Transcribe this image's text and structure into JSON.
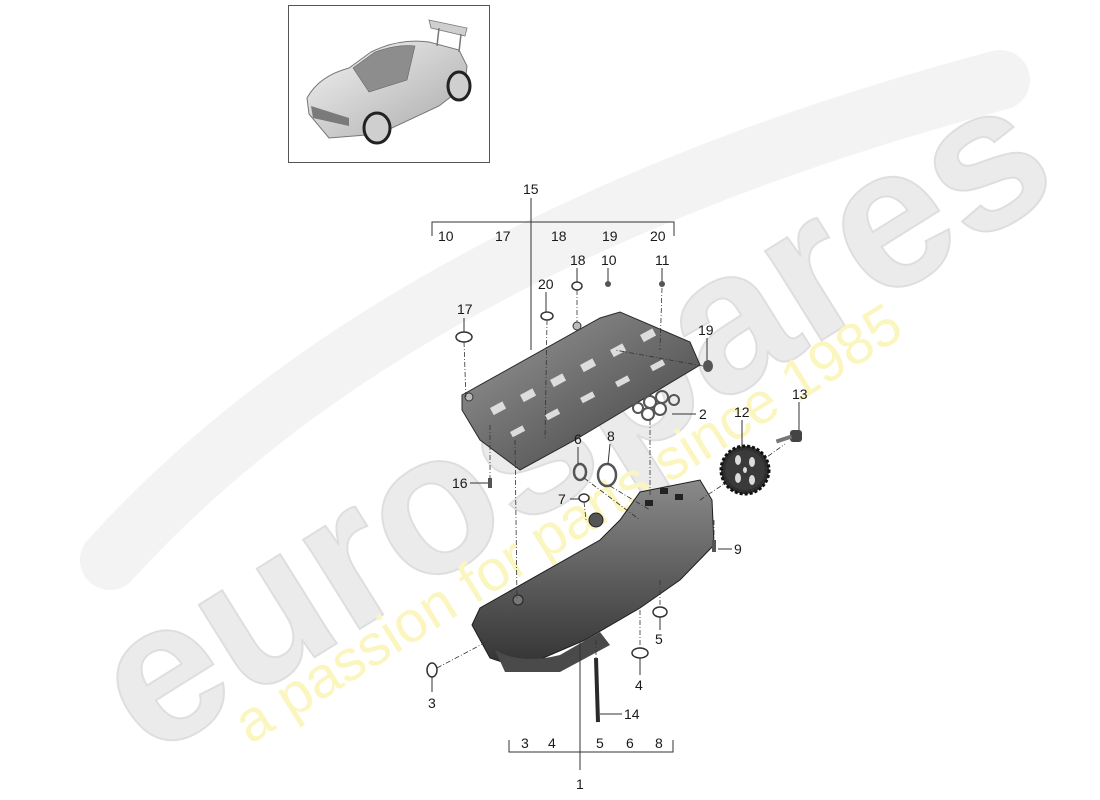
{
  "diagram": {
    "type": "exploded-parts-diagram",
    "subject": "oil pump / camshaft bearing bridge assembly",
    "thumbnail": {
      "icon": "car-thumbnail-icon",
      "description": "sports car isometric view"
    },
    "watermark": {
      "brand": "eurospares",
      "tagline": "a passion for parts since 1985",
      "brand_color": "#e8e8e8",
      "tagline_color": "#fdfbc8"
    },
    "top_group": {
      "parent": "15",
      "members": [
        "10",
        "17",
        "18",
        "19",
        "20"
      ]
    },
    "bottom_group": {
      "parent": "1",
      "members": [
        "3",
        "4",
        "5",
        "6",
        "8"
      ]
    },
    "callouts": [
      {
        "id": "c15",
        "label": "15"
      },
      {
        "id": "c18a",
        "label": "18"
      },
      {
        "id": "c10a",
        "label": "10"
      },
      {
        "id": "c11",
        "label": "11"
      },
      {
        "id": "c20a",
        "label": "20"
      },
      {
        "id": "c17a",
        "label": "17"
      },
      {
        "id": "c19a",
        "label": "19"
      },
      {
        "id": "c2",
        "label": "2"
      },
      {
        "id": "c6a",
        "label": "6"
      },
      {
        "id": "c8a",
        "label": "8"
      },
      {
        "id": "c12",
        "label": "12"
      },
      {
        "id": "c13",
        "label": "13"
      },
      {
        "id": "c16",
        "label": "16"
      },
      {
        "id": "c7",
        "label": "7"
      },
      {
        "id": "c9",
        "label": "9"
      },
      {
        "id": "c5a",
        "label": "5"
      },
      {
        "id": "c4a",
        "label": "4"
      },
      {
        "id": "c3a",
        "label": "3"
      },
      {
        "id": "c14",
        "label": "14"
      },
      {
        "id": "c1",
        "label": "1"
      }
    ],
    "top_bracket_labels": [
      "10",
      "17",
      "18",
      "19",
      "20"
    ],
    "bottom_bracket_labels": [
      "3",
      "4",
      "5",
      "6",
      "8"
    ]
  }
}
